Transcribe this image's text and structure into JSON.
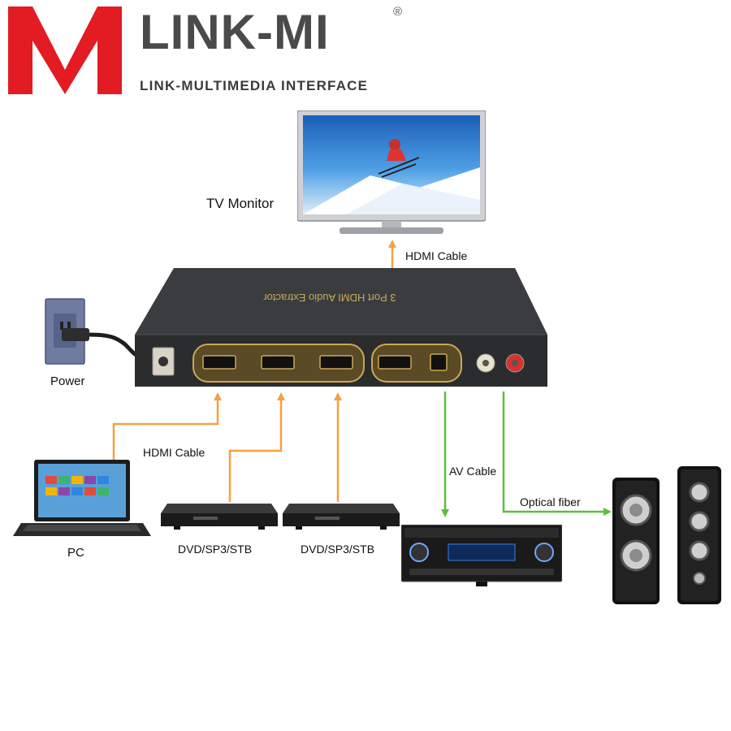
{
  "brand": {
    "name": "LINK-MI",
    "registered": "®",
    "tagline": "LINK-MULTIMEDIA INTERFACE",
    "colors": {
      "logo_red": "#e31b23",
      "brand_gray": "#4a4a4a"
    }
  },
  "labels": {
    "tv_monitor": "TV Monitor",
    "hdmi_cable_top": "HDMI Cable",
    "power": "Power",
    "hdmi_cable_left": "HDMI Cable",
    "av_cable": "AV Cable",
    "optical_fiber": "Optical fiber",
    "pc": "PC",
    "dvd_1": "DVD/SP3/STB",
    "dvd_2": "DVD/SP3/STB"
  },
  "cable_colors": {
    "hdmi": "#f5a042",
    "audio": "#5bbf3a"
  },
  "icons": [
    "logo-mark-icon",
    "tv-icon",
    "extractor-box-icon",
    "wall-outlet-icon",
    "laptop-icon",
    "dvd-player-icon",
    "amplifier-icon",
    "speaker-icon"
  ]
}
